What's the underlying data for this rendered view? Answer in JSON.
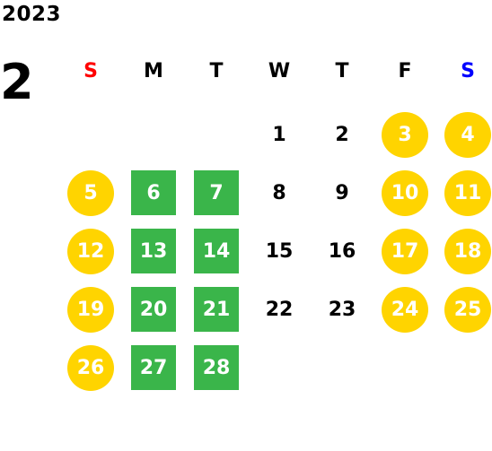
{
  "calendar": {
    "year": "2023",
    "month": "2",
    "weekdays": [
      {
        "label": "S",
        "color": "#ff0000"
      },
      {
        "label": "M",
        "color": "#000000"
      },
      {
        "label": "T",
        "color": "#000000"
      },
      {
        "label": "W",
        "color": "#000000"
      },
      {
        "label": "T",
        "color": "#000000"
      },
      {
        "label": "F",
        "color": "#000000"
      },
      {
        "label": "S",
        "color": "#0000ff"
      }
    ],
    "first_weekday_index": 3,
    "styles": {
      "plain": {
        "bg": "transparent",
        "fg": "#000000",
        "shape": "none"
      },
      "yellow": {
        "bg": "#ffd400",
        "fg": "#ffffff",
        "shape": "circle"
      },
      "green": {
        "bg": "#3ab54a",
        "fg": "#ffffff",
        "shape": "square"
      }
    },
    "days": [
      {
        "label": "1",
        "style": "plain"
      },
      {
        "label": "2",
        "style": "plain"
      },
      {
        "label": "3",
        "style": "yellow"
      },
      {
        "label": "4",
        "style": "yellow"
      },
      {
        "label": "5",
        "style": "yellow"
      },
      {
        "label": "6",
        "style": "green"
      },
      {
        "label": "7",
        "style": "green"
      },
      {
        "label": "8",
        "style": "plain"
      },
      {
        "label": "9",
        "style": "plain"
      },
      {
        "label": "10",
        "style": "yellow"
      },
      {
        "label": "11",
        "style": "yellow"
      },
      {
        "label": "12",
        "style": "yellow"
      },
      {
        "label": "13",
        "style": "green"
      },
      {
        "label": "14",
        "style": "green"
      },
      {
        "label": "15",
        "style": "plain"
      },
      {
        "label": "16",
        "style": "plain"
      },
      {
        "label": "17",
        "style": "yellow"
      },
      {
        "label": "18",
        "style": "yellow"
      },
      {
        "label": "19",
        "style": "yellow"
      },
      {
        "label": "20",
        "style": "green"
      },
      {
        "label": "21",
        "style": "green"
      },
      {
        "label": "22",
        "style": "plain"
      },
      {
        "label": "23",
        "style": "plain"
      },
      {
        "label": "24",
        "style": "yellow"
      },
      {
        "label": "25",
        "style": "yellow"
      },
      {
        "label": "26",
        "style": "yellow"
      },
      {
        "label": "27",
        "style": "green"
      },
      {
        "label": "28",
        "style": "green"
      }
    ]
  }
}
